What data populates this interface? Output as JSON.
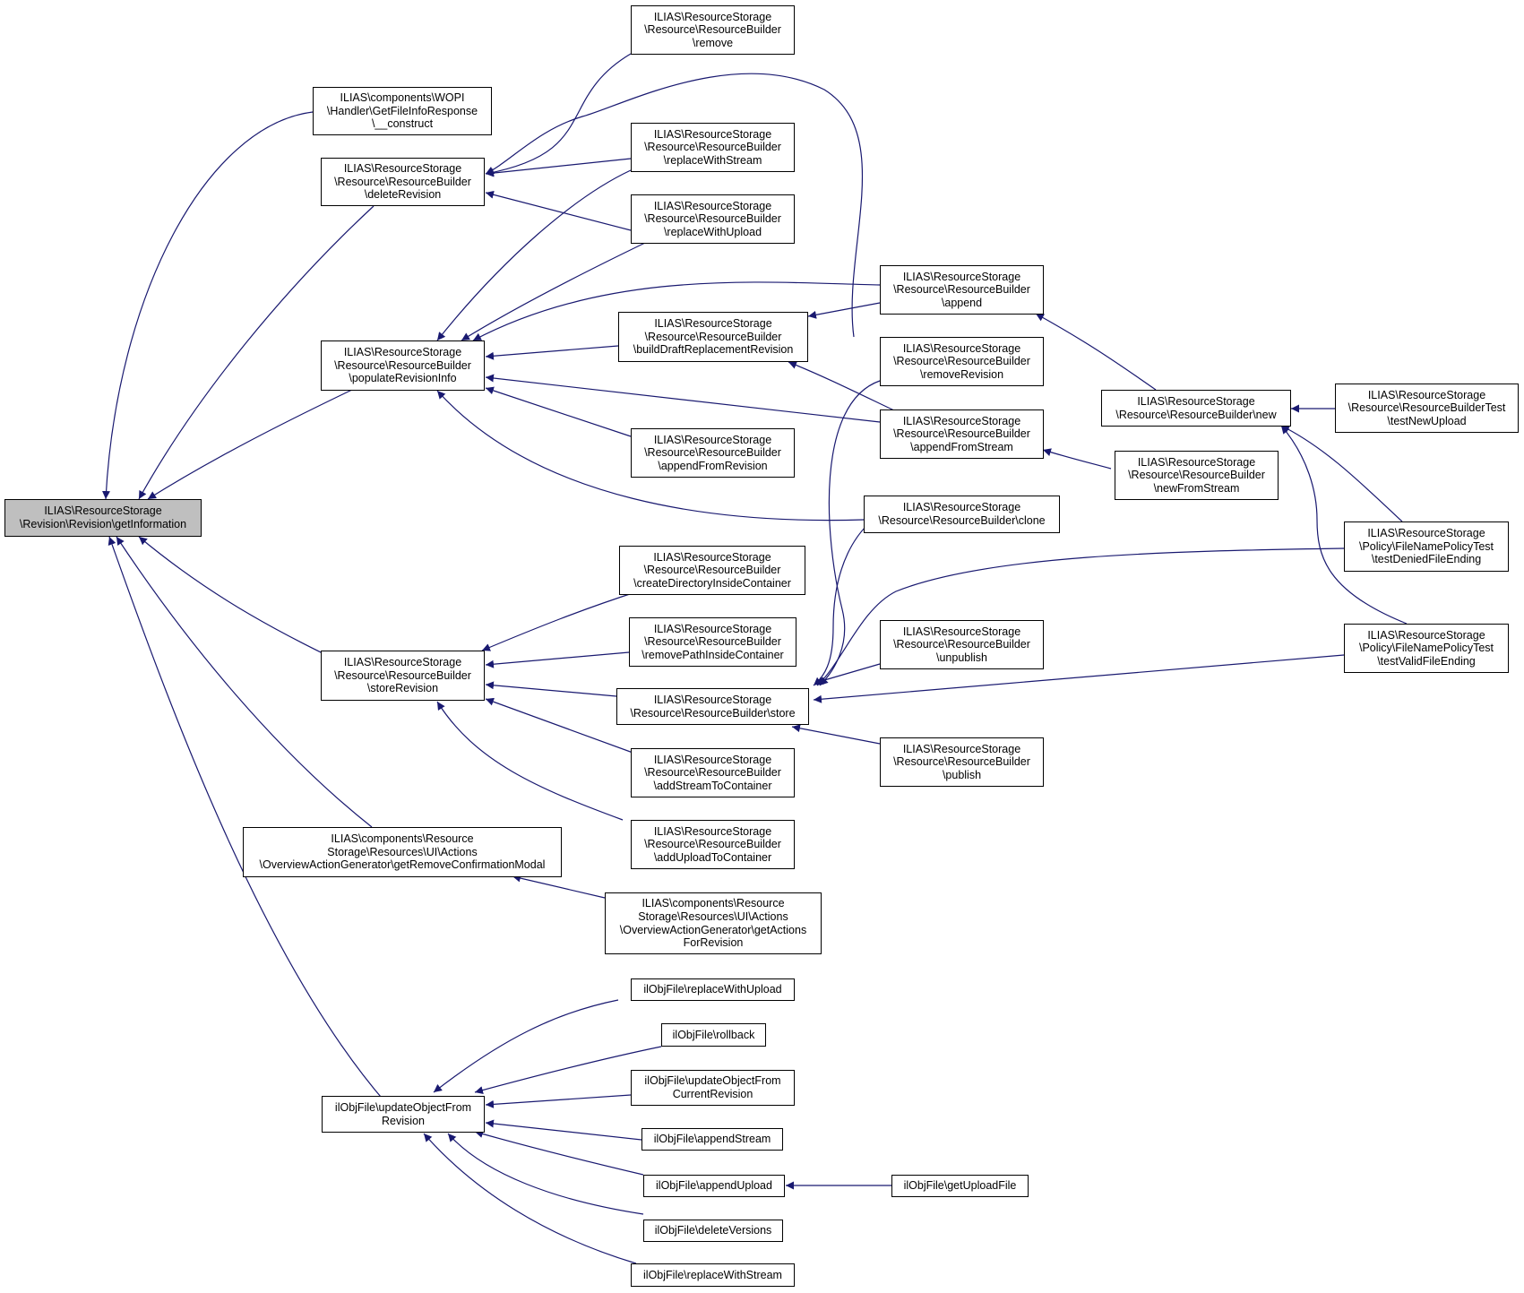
{
  "colors": {
    "edge": "#191970",
    "root_fill": "#bfbfbf",
    "node_fill": "#ffffff",
    "border": "#000000"
  },
  "nodes": {
    "n0": [
      "ILIAS\\ResourceStorage",
      "\\Revision\\Revision\\getInformation"
    ],
    "n1": [
      "ILIAS\\components\\WOPI",
      "\\Handler\\GetFileInfoResponse",
      "\\__construct"
    ],
    "n2": [
      "ILIAS\\ResourceStorage",
      "\\Resource\\ResourceBuilder",
      "\\deleteRevision"
    ],
    "n3": [
      "ILIAS\\ResourceStorage",
      "\\Resource\\ResourceBuilder",
      "\\populateRevisionInfo"
    ],
    "n4": [
      "ILIAS\\ResourceStorage",
      "\\Resource\\ResourceBuilder",
      "\\storeRevision"
    ],
    "n5": [
      "ILIAS\\components\\Resource",
      "Storage\\Resources\\UI\\Actions",
      "\\OverviewActionGenerator\\getRemoveConfirmationModal"
    ],
    "n6": [
      "ilObjFile\\updateObjectFrom",
      "Revision"
    ],
    "n7": [
      "ILIAS\\ResourceStorage",
      "\\Resource\\ResourceBuilder",
      "\\remove"
    ],
    "n8": [
      "ILIAS\\ResourceStorage",
      "\\Resource\\ResourceBuilder",
      "\\replaceWithStream"
    ],
    "n9": [
      "ILIAS\\ResourceStorage",
      "\\Resource\\ResourceBuilder",
      "\\replaceWithUpload"
    ],
    "n10": [
      "ILIAS\\ResourceStorage",
      "\\Resource\\ResourceBuilder",
      "\\buildDraftReplacementRevision"
    ],
    "n11": [
      "ILIAS\\ResourceStorage",
      "\\Resource\\ResourceBuilder",
      "\\appendFromRevision"
    ],
    "n12": [
      "ILIAS\\ResourceStorage",
      "\\Resource\\ResourceBuilder",
      "\\createDirectoryInsideContainer"
    ],
    "n13": [
      "ILIAS\\ResourceStorage",
      "\\Resource\\ResourceBuilder",
      "\\removePathInsideContainer"
    ],
    "n14": [
      "ILIAS\\ResourceStorage",
      "\\Resource\\ResourceBuilder\\store"
    ],
    "n15": [
      "ILIAS\\ResourceStorage",
      "\\Resource\\ResourceBuilder",
      "\\addStreamToContainer"
    ],
    "n16": [
      "ILIAS\\ResourceStorage",
      "\\Resource\\ResourceBuilder",
      "\\addUploadToContainer"
    ],
    "n17": [
      "ILIAS\\components\\Resource",
      "Storage\\Resources\\UI\\Actions",
      "\\OverviewActionGenerator\\getActions",
      "ForRevision"
    ],
    "n18": [
      "ilObjFile\\replaceWithUpload"
    ],
    "n19": [
      "ilObjFile\\rollback"
    ],
    "n20": [
      "ilObjFile\\updateObjectFrom",
      "CurrentRevision"
    ],
    "n21": [
      "ilObjFile\\appendStream"
    ],
    "n22": [
      "ilObjFile\\appendUpload"
    ],
    "n23": [
      "ilObjFile\\deleteVersions"
    ],
    "n24": [
      "ilObjFile\\replaceWithStream"
    ],
    "n25": [
      "ILIAS\\ResourceStorage",
      "\\Resource\\ResourceBuilder",
      "\\append"
    ],
    "n26": [
      "ILIAS\\ResourceStorage",
      "\\Resource\\ResourceBuilder",
      "\\removeRevision"
    ],
    "n27": [
      "ILIAS\\ResourceStorage",
      "\\Resource\\ResourceBuilder",
      "\\appendFromStream"
    ],
    "n28": [
      "ILIAS\\ResourceStorage",
      "\\Resource\\ResourceBuilder\\clone"
    ],
    "n29": [
      "ILIAS\\ResourceStorage",
      "\\Resource\\ResourceBuilder",
      "\\unpublish"
    ],
    "n30": [
      "ILIAS\\ResourceStorage",
      "\\Resource\\ResourceBuilder",
      "\\publish"
    ],
    "n31": [
      "ilObjFile\\getUploadFile"
    ],
    "n32": [
      "ILIAS\\ResourceStorage",
      "\\Resource\\ResourceBuilder\\new"
    ],
    "n33": [
      "ILIAS\\ResourceStorage",
      "\\Resource\\ResourceBuilder",
      "\\newFromStream"
    ],
    "n34": [
      "ILIAS\\ResourceStorage",
      "\\Resource\\ResourceBuilderTest",
      "\\testNewUpload"
    ],
    "n35": [
      "ILIAS\\ResourceStorage",
      "\\Policy\\FileNamePolicyTest",
      "\\testDeniedFileEnding"
    ],
    "n36": [
      "ILIAS\\ResourceStorage",
      "\\Policy\\FileNamePolicyTest",
      "\\testValidFileEnding"
    ]
  }
}
